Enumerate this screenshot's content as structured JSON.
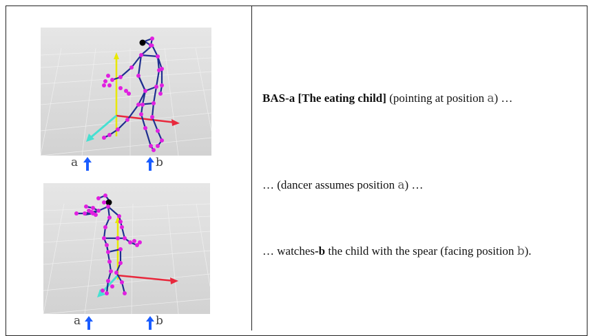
{
  "figure_labels": {
    "top": {
      "a": "a",
      "b": "b"
    },
    "bottom": {
      "a": "a",
      "b": "b"
    }
  },
  "lines": [
    {
      "bold": "BAS-a [The eating child]",
      "rest": " (pointing at position ",
      "letter": "a",
      "tail": ") …"
    },
    {
      "lead": "… (dancer assumes position ",
      "letter": "a",
      "tail": ") …"
    },
    {
      "lead": "… watches",
      "bold": "-b",
      "rest": " the child with the spear (facing position ",
      "letter": "b",
      "tail": ")."
    }
  ],
  "colors": {
    "skeleton": "#1f2f8f",
    "joints": "#e020e0",
    "vertical_axis": "#e8e800",
    "x_axis": "#e8283c",
    "z_axis": "#46e0d2",
    "position_arrow": "#1a5cff"
  }
}
